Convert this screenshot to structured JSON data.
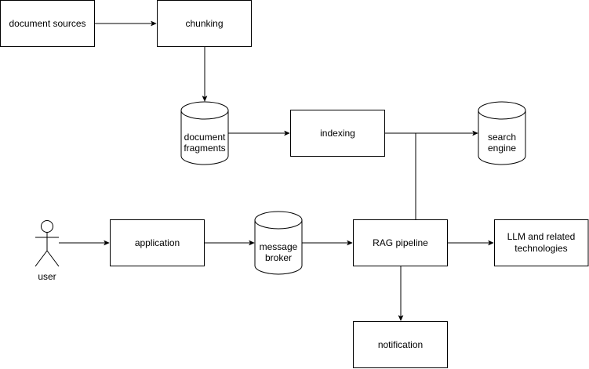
{
  "diagram": {
    "nodes": {
      "document_sources": {
        "label": "document sources",
        "shape": "rectangle"
      },
      "chunking": {
        "label": "chunking",
        "shape": "rectangle"
      },
      "document_fragments": {
        "label_line1": "document",
        "label_line2": "fragments",
        "shape": "cylinder"
      },
      "indexing": {
        "label": "indexing",
        "shape": "rectangle"
      },
      "search_engine": {
        "label_line1": "search",
        "label_line2": "engine",
        "shape": "cylinder"
      },
      "user": {
        "label": "user",
        "shape": "actor"
      },
      "application": {
        "label": "application",
        "shape": "rectangle"
      },
      "message_broker": {
        "label_line1": "message",
        "label_line2": "broker",
        "shape": "cylinder"
      },
      "rag_pipeline": {
        "label": "RAG pipeline",
        "shape": "rectangle"
      },
      "llm": {
        "label_line1": "LLM and related",
        "label_line2": "technologies",
        "shape": "rectangle"
      },
      "notification": {
        "label": "notification",
        "shape": "rectangle"
      }
    },
    "edges": [
      {
        "from": "document sources",
        "to": "chunking"
      },
      {
        "from": "chunking",
        "to": "document fragments"
      },
      {
        "from": "document fragments",
        "to": "indexing"
      },
      {
        "from": "indexing",
        "to": "search engine"
      },
      {
        "from": "RAG pipeline",
        "to": "search engine"
      },
      {
        "from": "user",
        "to": "application"
      },
      {
        "from": "application",
        "to": "message broker"
      },
      {
        "from": "message broker",
        "to": "RAG pipeline"
      },
      {
        "from": "RAG pipeline",
        "to": "LLM and related technologies"
      },
      {
        "from": "RAG pipeline",
        "to": "notification"
      }
    ]
  }
}
